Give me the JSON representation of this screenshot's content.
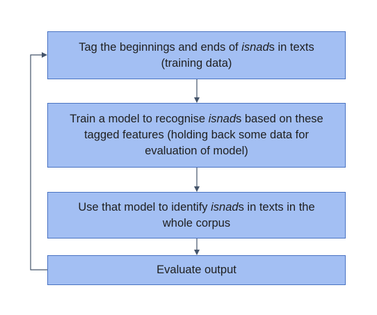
{
  "flowchart": {
    "steps": [
      {
        "line1_pre": "Tag the beginnings and ends of ",
        "line1_em": "isnad",
        "line1_post": "s in texts",
        "line2": "(training data)"
      },
      {
        "line1_pre": "Train a model to recognise ",
        "line1_em": "isnad",
        "line1_post": "s based on these",
        "line2": "tagged features (holding back some data for",
        "line3": "evaluation of model)"
      },
      {
        "line1_pre": "Use that model to identify ",
        "line1_em": "isnad",
        "line1_post": "s in texts in the",
        "line2": "whole corpus"
      },
      {
        "line1": "Evaluate output"
      }
    ]
  },
  "colors": {
    "box_fill": "#a3bff3",
    "box_border": "#4a73c2",
    "arrow": "#44546a"
  }
}
